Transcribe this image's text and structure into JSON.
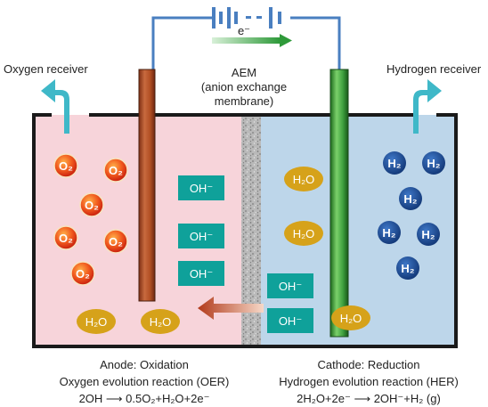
{
  "labels": {
    "oxygen_receiver": "Oxygen receiver",
    "hydrogen_receiver": "Hydrogen receiver",
    "electron": "e⁻",
    "aem_line1": "AEM",
    "aem_line2": "(anion exchange",
    "aem_line3": "membrane)",
    "anode_title": "Anode: Oxidation",
    "anode_reaction": "Oxygen evolution reaction (OER)",
    "anode_equation": "2OH ⟶ 0.5O₂+H₂O+2e⁻",
    "cathode_title": "Cathode: Reduction",
    "cathode_reaction": "Hydrogen evolution reaction (HER)",
    "cathode_equation": "2H₂O+2e⁻ ⟶ 2OH⁻+H₂ (g)"
  },
  "molecules": {
    "o2": "O₂",
    "h2": "H₂",
    "h2o": "H₂O",
    "oh": "OH⁻"
  },
  "colors": {
    "anode_chamber": "#f8d6db",
    "cathode_chamber": "#bcd6ea",
    "membrane": "#b8b8b8",
    "anode_electrode": "#b8552c",
    "cathode_electrode": "#3a9a3a",
    "o2_bubble": "#ee3a1c",
    "h2_bubble": "#1f4f9a",
    "h2o_bubble": "#d7a21a",
    "oh_box": "#0fa19a",
    "wire": "#4a7fc0",
    "outlet_arrow": "#3fb8c8"
  }
}
